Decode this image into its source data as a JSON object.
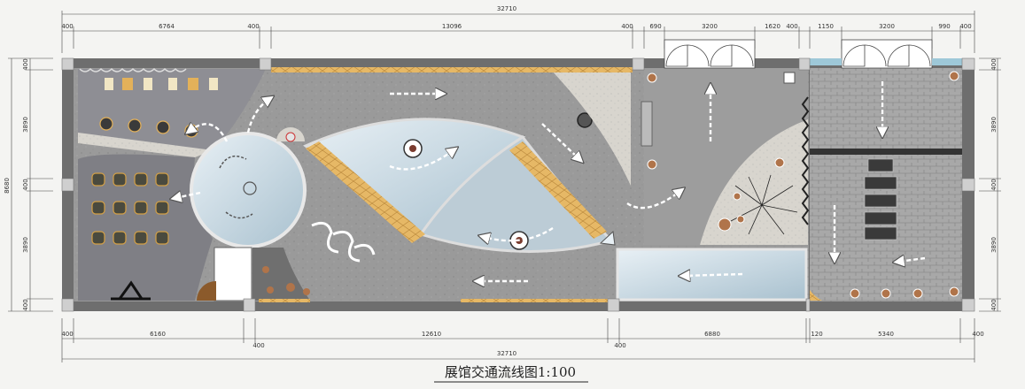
{
  "title": "展馆交通流线图1:100",
  "dimensions": {
    "overall_top": "32710",
    "overall_bottom": "32710",
    "top_segments": [
      "400",
      "6764",
      "400",
      "13096",
      "400",
      "690",
      "3200",
      "1620",
      "400",
      "1150",
      "3200",
      "990",
      "400"
    ],
    "bottom_segments": [
      "400",
      "6160",
      "400",
      "12610",
      "400",
      "6880",
      "120",
      "5340",
      "400"
    ],
    "left_total": "8680",
    "left_segments": [
      "400",
      "3890",
      "400",
      "3890",
      "400"
    ],
    "right_segments": [
      "400",
      "3890",
      "400",
      "3890",
      "400"
    ]
  },
  "colors": {
    "floor_concrete": "#9c9c9c",
    "floor_terrazzo": "#d6d3cc",
    "floor_stone": "#a9a9a9",
    "wall": "#5a5a5a",
    "wood": "#e3b15a",
    "glass": "#cfdfe8",
    "arrow": "#ffffff"
  }
}
